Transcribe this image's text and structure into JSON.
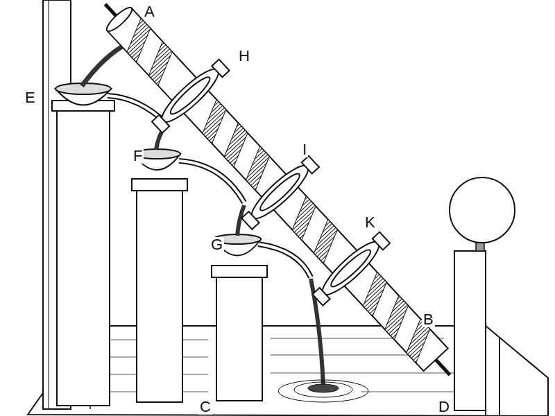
{
  "diagram": {
    "labels": [
      "A",
      "E",
      "H",
      "F",
      "I",
      "G",
      "K",
      "B",
      "C",
      "D"
    ]
  }
}
